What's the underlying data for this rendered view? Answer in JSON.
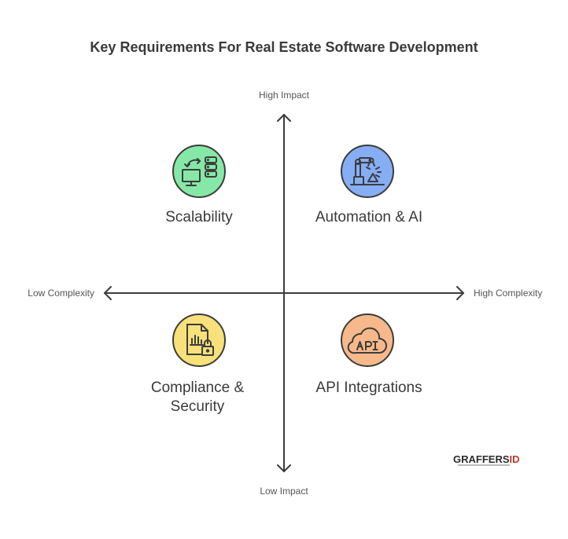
{
  "title": "Key Requirements For Real Estate Software Development",
  "axes": {
    "top": "High Impact",
    "bottom": "Low Impact",
    "left": "Low Complexity",
    "right": "High Complexity"
  },
  "quadrants": {
    "top_left": {
      "label": "Scalability",
      "color": "#86e8a6",
      "icon": "server-monitor-icon"
    },
    "top_right": {
      "label": "Automation & AI",
      "color": "#86aef5",
      "icon": "robot-arm-icon"
    },
    "bottom_left": {
      "label_line1": "Compliance &",
      "label_line2": "Security",
      "color": "#f8e17a",
      "icon": "document-lock-icon"
    },
    "bottom_right": {
      "label": "API Integrations",
      "color": "#f7b98b",
      "icon": "cloud-api-icon"
    }
  },
  "logo": {
    "text_main": "GRAFFERS",
    "text_id": "ID"
  }
}
